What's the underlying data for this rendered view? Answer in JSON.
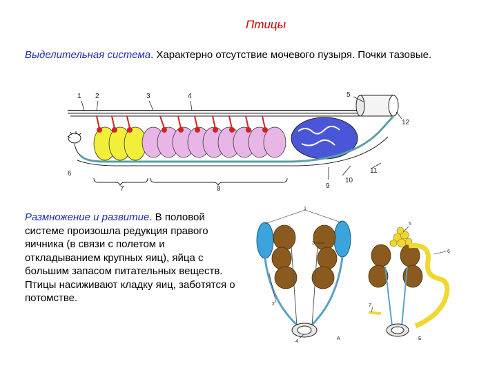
{
  "title": "Птицы",
  "excretory": {
    "term": "Выделительная система",
    "text": ". Характерно отсутствие мочевого пузыря. Почки тазовые."
  },
  "reproduction": {
    "term": "Размножение и развитие",
    "text": ". В половой системе произошла редукция правого яичника (в связи с полетом и откладыванием крупных яиц), яйца с большим запасом питательных веществ. Птицы насиживают кладку яиц, заботятся о потомстве."
  },
  "diagram_excretory": {
    "labels": [
      "1",
      "2",
      "3",
      "4",
      "5",
      "6",
      "7",
      "8",
      "9",
      "10",
      "11",
      "12"
    ],
    "colors": {
      "yellow": "#f2ef3a",
      "pink": "#e7b6e6",
      "blue": "#4a56d8",
      "red": "#d42222",
      "duct": "#5aa0a6"
    }
  },
  "diagram_reproductive": {
    "labels": [
      "1",
      "2",
      "3",
      "4",
      "5",
      "6",
      "7",
      "А",
      "Б"
    ],
    "colors": {
      "kidney": "#8a5a1e",
      "testis": "#3ba4dd",
      "duct": "#5aa0c8",
      "ovary": "#f0d832"
    }
  }
}
